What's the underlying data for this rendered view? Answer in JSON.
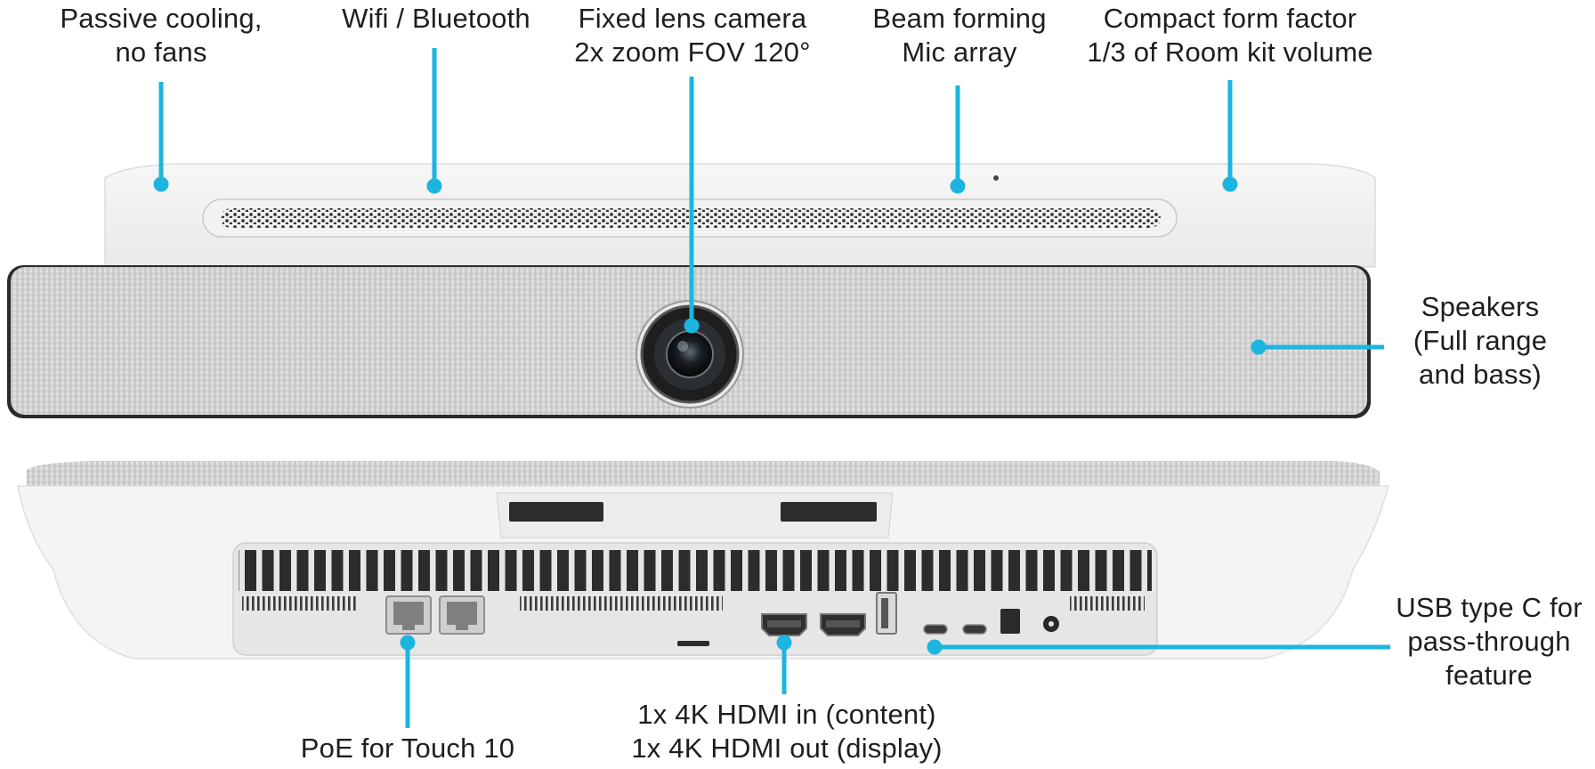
{
  "accent_color": "#1cb5e0",
  "callouts": {
    "passive_cooling": {
      "lines": [
        "Passive cooling,",
        "no fans"
      ]
    },
    "wifi_bluetooth": {
      "lines": [
        "Wifi / Bluetooth"
      ]
    },
    "camera": {
      "lines": [
        "Fixed lens camera",
        "2x zoom FOV 120°"
      ]
    },
    "mic_array": {
      "lines": [
        "Beam forming",
        "Mic array"
      ]
    },
    "form_factor": {
      "lines": [
        "Compact form factor",
        "1/3 of Room kit volume"
      ]
    },
    "speakers": {
      "lines": [
        "Speakers",
        "(Full range",
        "and bass)"
      ]
    },
    "usb_c": {
      "lines": [
        "USB type C for",
        "pass-through",
        "feature"
      ]
    },
    "poe": {
      "lines": [
        "PoE for Touch 10"
      ]
    },
    "hdmi": {
      "lines": [
        "1x 4K HDMI in (content)",
        "1x 4K HDMI out (display)"
      ]
    }
  }
}
